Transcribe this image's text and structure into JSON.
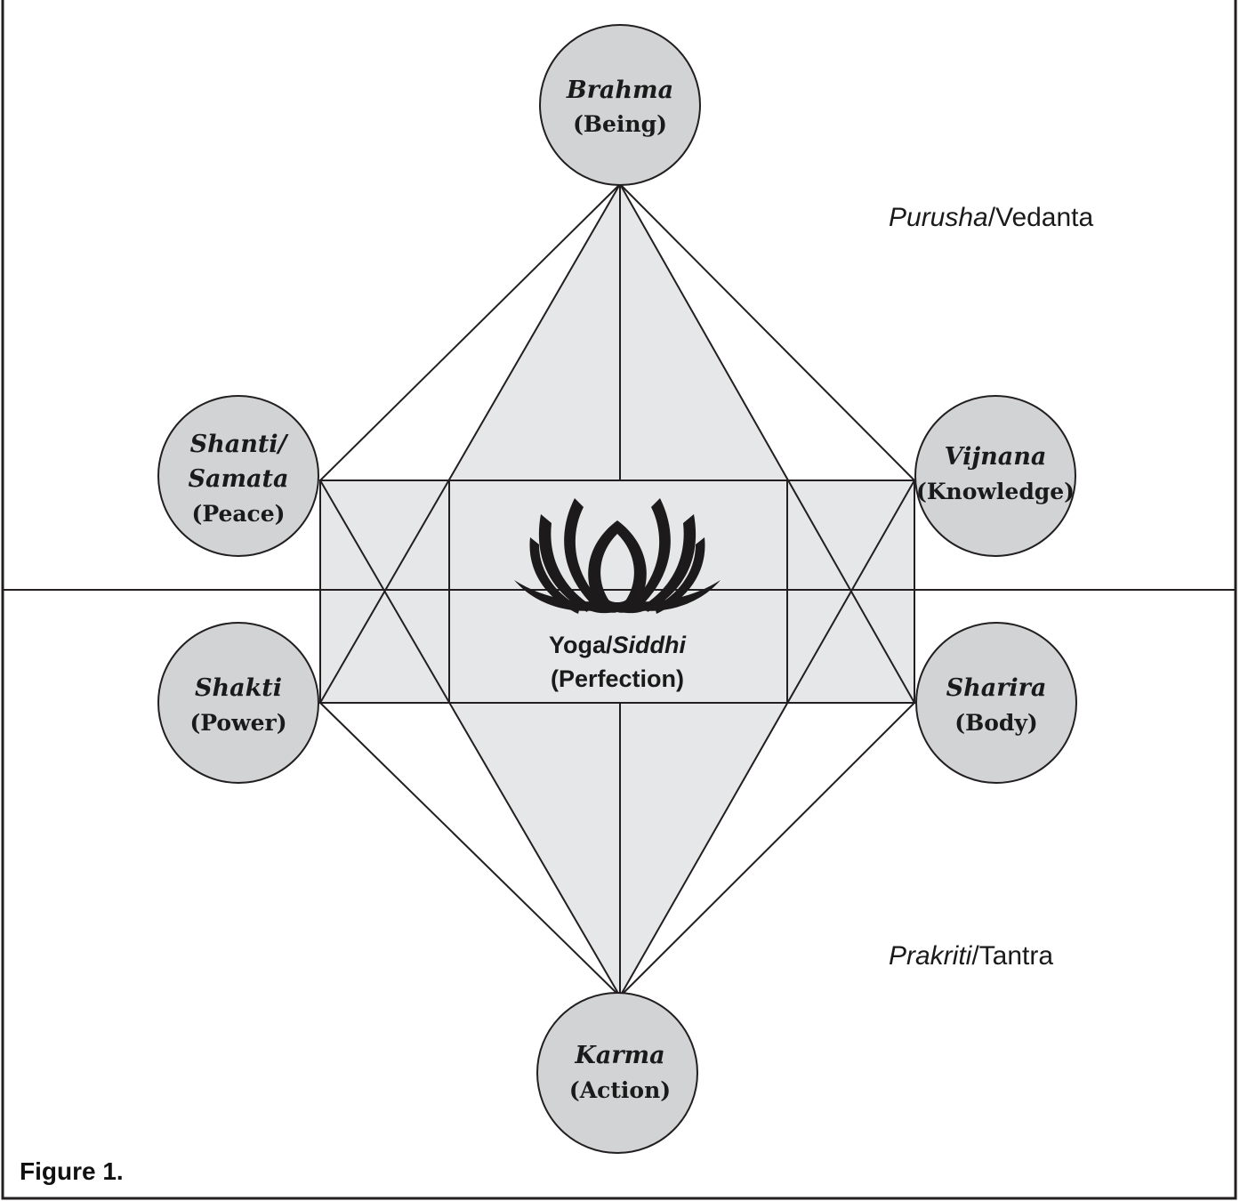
{
  "colors": {
    "fill_shape": "#e6e7e8",
    "fill_circle": "#d1d3d4",
    "stroke": "#231f20",
    "background": "#ffffff"
  },
  "regions": {
    "upper_italic": "Purusha",
    "upper_rest": "/Vedanta",
    "lower_italic": "Prakriti",
    "lower_rest": "/Tantra"
  },
  "nodes": {
    "brahma": {
      "title": "Brahma",
      "subtitle": "(Being)"
    },
    "shanti": {
      "title_line1": "Shanti/",
      "title_line2": "Samata",
      "subtitle": "(Peace)"
    },
    "vijnana": {
      "title": "Vijnana",
      "subtitle": "(Knowledge)"
    },
    "shakti": {
      "title": "Shakti",
      "subtitle": "(Power)"
    },
    "sharira": {
      "title": "Sharira",
      "subtitle": "(Body)"
    },
    "karma": {
      "title": "Karma",
      "subtitle": "(Action)"
    }
  },
  "center": {
    "line1_plain": "Yoga/",
    "line1_italic": "Siddhi",
    "line2": "(Perfection)",
    "icon": "lotus-icon"
  },
  "caption": "Figure 1."
}
